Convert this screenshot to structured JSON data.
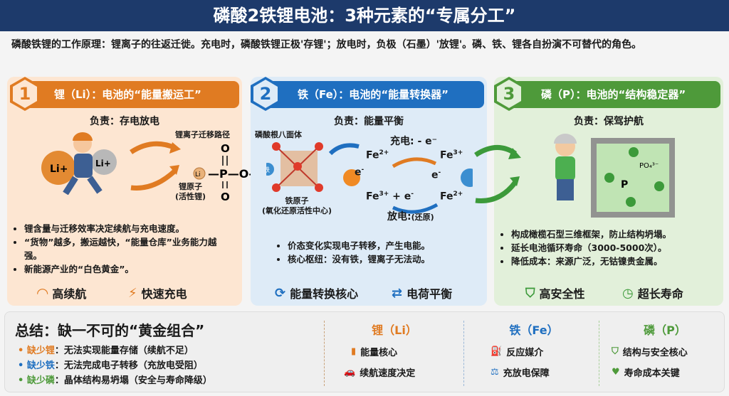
{
  "title": "磷酸2铁锂电池：3种元素的“专属分工”",
  "intro": {
    "label": "磷酸铁锂的工作原理：",
    "text": "锂离子的往返迁徙。充电时，磷酸铁锂正极'存锂'；放电时，负极（石墨）'放锂'。磷、铁、锂各自扮演不可替代的角色。"
  },
  "colors": {
    "li": "#e07b22",
    "fe": "#1f6fc0",
    "p": "#4e9a3a",
    "navy": "#1d3a6b"
  },
  "panels": [
    {
      "num": "1",
      "title": "锂（Li）：电池的“能量搬运工”",
      "duty": "负责：存电放电",
      "bag": "Li+",
      "labels": {
        "path": "锂离子迁移路径",
        "atom": "锂原子",
        "atom2": "(活性锂)",
        "li": "Li"
      },
      "bullets": [
        "锂含量与迁移效率决定续航与充电速度。",
        "“货物”越多，搬运越快，“能量仓库”业务能力越强。",
        "新能源产业的“白色黄金”。"
      ],
      "features": [
        {
          "icon": "speedometer-icon",
          "label": "高续航"
        },
        {
          "icon": "fast-charge-icon",
          "label": "快速充电"
        }
      ]
    },
    {
      "num": "2",
      "title": "铁（Fe）：电池的“能量转换器”",
      "duty": "负责：能量平衡",
      "labels": {
        "octa": "磷酸根八面体",
        "fe_atom": "铁原子",
        "fe_atom2": "(氧化还原活性中心)",
        "fe": "铁",
        "charge": "充电: - e⁻",
        "discharge": "放电:",
        "discharge2": "(还原)"
      },
      "bullets": [
        "价态变化实现电子转移，产生电能。",
        "核心枢纽：没有铁，锂离子无法动。"
      ],
      "features": [
        {
          "icon": "energy-cycle-icon",
          "label": "能量转换核心"
        },
        {
          "icon": "charge-balance-icon",
          "label": "电荷平衡"
        }
      ]
    },
    {
      "num": "3",
      "title": "磷（P）：电池的“结构稳定器”",
      "duty": "负责：保驾护航",
      "labels": {
        "po4": "PO₄³⁻"
      },
      "bullets": [
        "构成橄榄石型三维框架，防止结构坍塌。",
        "延长电池循环寿命（3000-5000次）。",
        "降低成本：来源广泛，无钴镍贵金属。"
      ],
      "features": [
        {
          "icon": "shield-check-icon",
          "label": "高安全性"
        },
        {
          "icon": "clock-icon",
          "label": "超长寿命"
        }
      ]
    }
  ],
  "summary": {
    "title": "总结：缺一不可的“黄金组合”",
    "items": [
      {
        "key": "缺少锂",
        "text": "：无法实现能量存储（续航不足）"
      },
      {
        "key": "缺少铁",
        "text": "：无法完成电子转移（充放电受阻）"
      },
      {
        "key": "缺少磷",
        "text": "：晶体结构易坍塌（安全与寿命降级）"
      }
    ],
    "columns": [
      {
        "title": "锂（Li）",
        "items": [
          {
            "icon": "battery-icon",
            "label": "能量核心"
          },
          {
            "icon": "car-icon",
            "label": "续航速度决定"
          }
        ]
      },
      {
        "title": "铁（Fe）",
        "items": [
          {
            "icon": "fuel-pump-icon",
            "label": "反应媒介"
          },
          {
            "icon": "balance-scale-icon",
            "label": "充放电保障"
          }
        ]
      },
      {
        "title": "磷（P）",
        "items": [
          {
            "icon": "shield-icon",
            "label": "结构与安全核心"
          },
          {
            "icon": "heart-hands-icon",
            "label": "寿命成本关键"
          }
        ]
      }
    ]
  }
}
